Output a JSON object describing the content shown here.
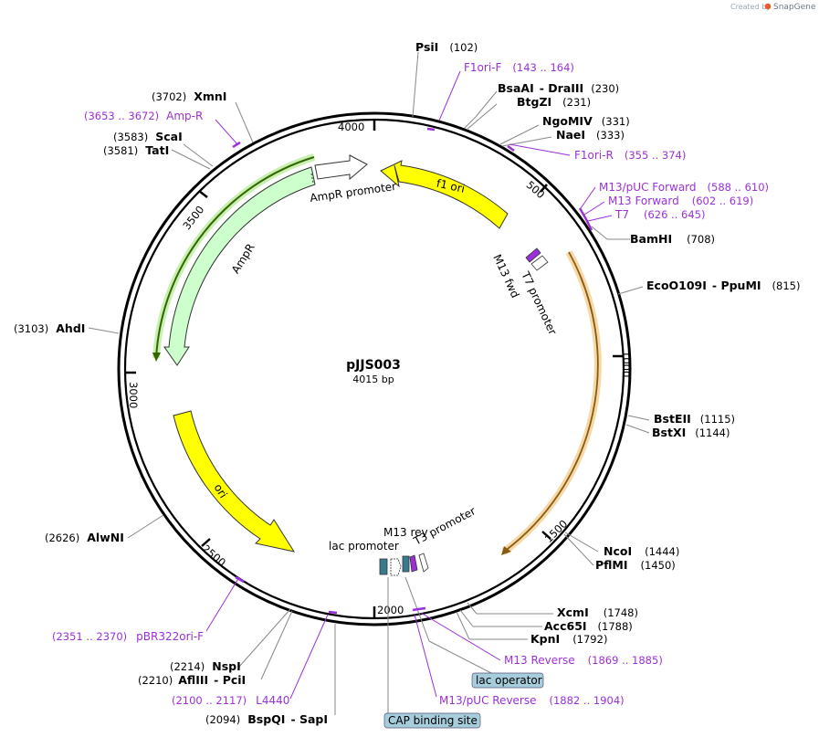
{
  "credit": {
    "text": "Created by",
    "brand": "SnapGene"
  },
  "plasmid": {
    "name": "pJJS003",
    "length_label": "4015 bp"
  },
  "ticks": [
    {
      "label": "4000"
    },
    {
      "label": "500"
    },
    {
      "label": "1000"
    },
    {
      "label": "1500"
    },
    {
      "label": "2000"
    },
    {
      "label": "2500"
    },
    {
      "label": "3000"
    },
    {
      "label": "3500"
    }
  ],
  "sites": [
    {
      "name": "PsiI",
      "pos": "(102)"
    },
    {
      "name": "BsaAI",
      "name2": "- DraIII",
      "pos": "(230)"
    },
    {
      "name": "BtgZI",
      "pos": "(231)"
    },
    {
      "name": "NgoMIV",
      "pos": "(331)"
    },
    {
      "name": "NaeI",
      "pos": "(333)"
    },
    {
      "name": "BamHI",
      "pos": "(708)"
    },
    {
      "name": "EcoO109I",
      "name2": "- PpuMI",
      "pos": "(815)"
    },
    {
      "name": "BstEII",
      "pos": "(1115)"
    },
    {
      "name": "BstXI",
      "pos": "(1144)"
    },
    {
      "name": "NcoI",
      "pos": "(1444)"
    },
    {
      "name": "PflMI",
      "pos": "(1450)"
    },
    {
      "name": "XcmI",
      "pos": "(1748)"
    },
    {
      "name": "Acc65I",
      "pos": "(1788)"
    },
    {
      "name": "KpnI",
      "pos": "(1792)"
    },
    {
      "name": "BspQI",
      "name2": "- SapI",
      "pos": "(2094)"
    },
    {
      "name": "AflIII",
      "name2": "- PciI",
      "pos": "(2210)"
    },
    {
      "name": "NspI",
      "pos": "(2214)"
    },
    {
      "name": "AlwNI",
      "pos": "(2626)"
    },
    {
      "name": "AhdI",
      "pos": "(3103)"
    },
    {
      "name": "TatI",
      "pos": "(3581)"
    },
    {
      "name": "ScaI",
      "pos": "(3583)"
    },
    {
      "name": "XmnI",
      "pos": "(3702)"
    }
  ],
  "primers": [
    {
      "name": "F1ori-F",
      "range": "(143 .. 164)"
    },
    {
      "name": "F1ori-R",
      "range": "(355 .. 374)"
    },
    {
      "name": "M13/pUC Forward",
      "range": "(588 .. 610)"
    },
    {
      "name": "M13 Forward",
      "range": "(602 .. 619)"
    },
    {
      "name": "T7",
      "range": "(626 .. 645)"
    },
    {
      "name": "M13 Reverse",
      "range": "(1869 .. 1885)"
    },
    {
      "name": "M13/pUC Reverse",
      "range": "(1882 .. 1904)"
    },
    {
      "name": "L4440",
      "range": "(2100 .. 2117)"
    },
    {
      "name": "pBR322ori-F",
      "range": "(2351 .. 2370)"
    },
    {
      "name": "Amp-R",
      "range": "(3653 .. 3672)"
    }
  ],
  "features": [
    {
      "name": "f1 ori",
      "color": "#ffff00"
    },
    {
      "name": "AmpR promoter",
      "color": "#ffffff"
    },
    {
      "name": "AmpR",
      "color": "#ccffcc"
    },
    {
      "name": "ori",
      "color": "#ffff00"
    },
    {
      "name": "T7 promoter",
      "color": "#ffffff"
    },
    {
      "name": "M13 fwd",
      "color": "#9b30d9"
    },
    {
      "name": "M13 rev",
      "color": "#9b30d9"
    },
    {
      "name": "T3 promoter",
      "color": "#ffffff"
    },
    {
      "name": "lac promoter",
      "color": "#ffffff"
    },
    {
      "name": "lac operator",
      "color": "#a6cddb"
    },
    {
      "name": "CAP binding site",
      "color": "#a6cddb"
    }
  ],
  "colors": {
    "primer": "#9b30d9",
    "ring": "#000000",
    "orf_highlight": "#f0b040",
    "ampr_highlight": "#336600"
  }
}
